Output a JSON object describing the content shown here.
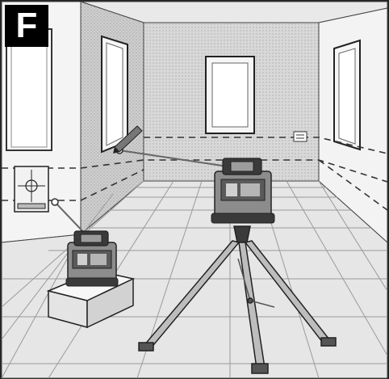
{
  "badge": {
    "label": "F"
  },
  "colors": {
    "wall_hatch": "#9a9a9a",
    "floor_tile": "#e6e6e6",
    "device_body": "#8c8c8c",
    "device_dark": "#3a3a3a",
    "laser_line": "#333333"
  },
  "icons": {
    "line_laser_on_tripod": "rotating-line-laser",
    "line_laser_on_box": "line-laser",
    "laser_target_plate": "target-plate",
    "wall_mark_pencil": "pencil",
    "wall_switch": "switch-plate"
  }
}
